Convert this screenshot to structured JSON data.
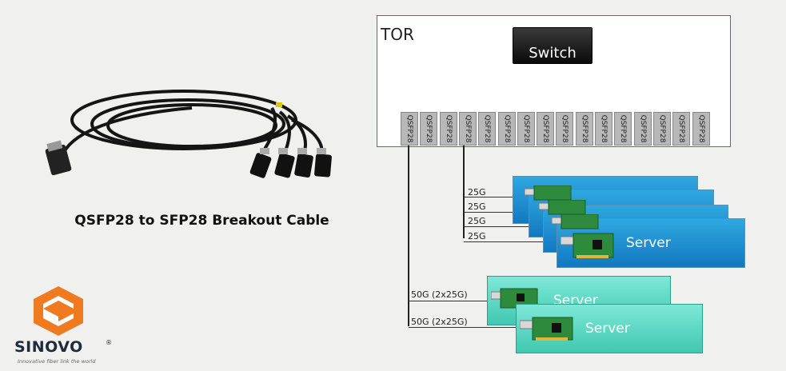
{
  "caption": "QSFP28 to SFP28 Breakout Cable",
  "logo": {
    "wordmark": "SINOVO",
    "registered": "®",
    "tagline": "Innovative fiber link the world"
  },
  "tor": {
    "label": "TOR",
    "switch_label": "Switch",
    "ports": [
      "QSFP28",
      "QSFP28",
      "QSFP28",
      "QSFP28",
      "QSFP28",
      "QSFP28",
      "QSFP28",
      "QSFP28",
      "QSFP28",
      "QSFP28",
      "QSFP28",
      "QSFP28",
      "QSFP28",
      "QSFP28",
      "QSFP28",
      "QSFP28"
    ]
  },
  "links_25g": [
    "25G",
    "25G",
    "25G",
    "25G"
  ],
  "links_50g": [
    "50G (2x25G)",
    "50G (2x25G)"
  ],
  "servers_blue": [
    "Server"
  ],
  "servers_teal": [
    "Server",
    "Server"
  ],
  "colors": {
    "tor_border": "#c84040",
    "server_blue": "#1e8fd2",
    "server_teal": "#5fd8c4",
    "logo_orange": "#f07a20"
  }
}
